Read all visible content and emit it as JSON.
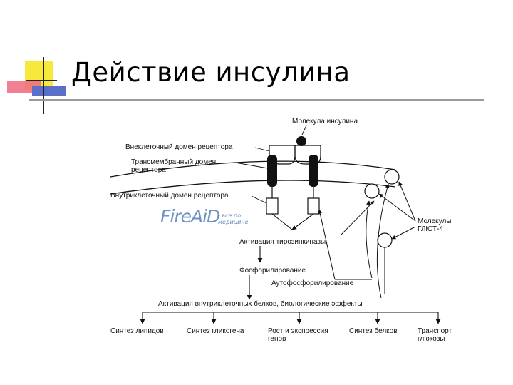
{
  "slide": {
    "title": "Действие инсулина"
  },
  "colors": {
    "deco_yellow": "#f7e93b",
    "deco_pink": "#ef6a80",
    "deco_blue": "#5a6fc5",
    "line": "#111111"
  },
  "diagram": {
    "labels": {
      "insulin_molecule": "Молекула инсулина",
      "extracellular_domain": "Внеклеточный домен рецептора",
      "transmembrane_domain_1": "Трансмембранный домен",
      "transmembrane_domain_2": "рецептора",
      "intracellular_domain": "Внутриклеточный домен рецептора",
      "glut4_1": "Молекулы",
      "glut4_2": "ГЛЮТ-4",
      "tyrosine_kinase": "Активация тирозинкиназы",
      "phosphorylation": "Фосфорилирование",
      "autophosphorylation": "Аутофосфорилирование",
      "activation": "Активация внутриклеточных белков, биологические эффекты"
    },
    "effects": [
      {
        "line1": "Синтез липидов",
        "line2": ""
      },
      {
        "line1": "Синтез гликогена",
        "line2": ""
      },
      {
        "line1": "Рост и экспрессия",
        "line2": "генов"
      },
      {
        "line1": "Синтез белков",
        "line2": ""
      },
      {
        "line1": "Транспорт",
        "line2": "глюкозы"
      }
    ]
  },
  "watermark": {
    "logo": "FireAiD",
    "tagline_1": "- все по",
    "tagline_2": "медицине."
  }
}
